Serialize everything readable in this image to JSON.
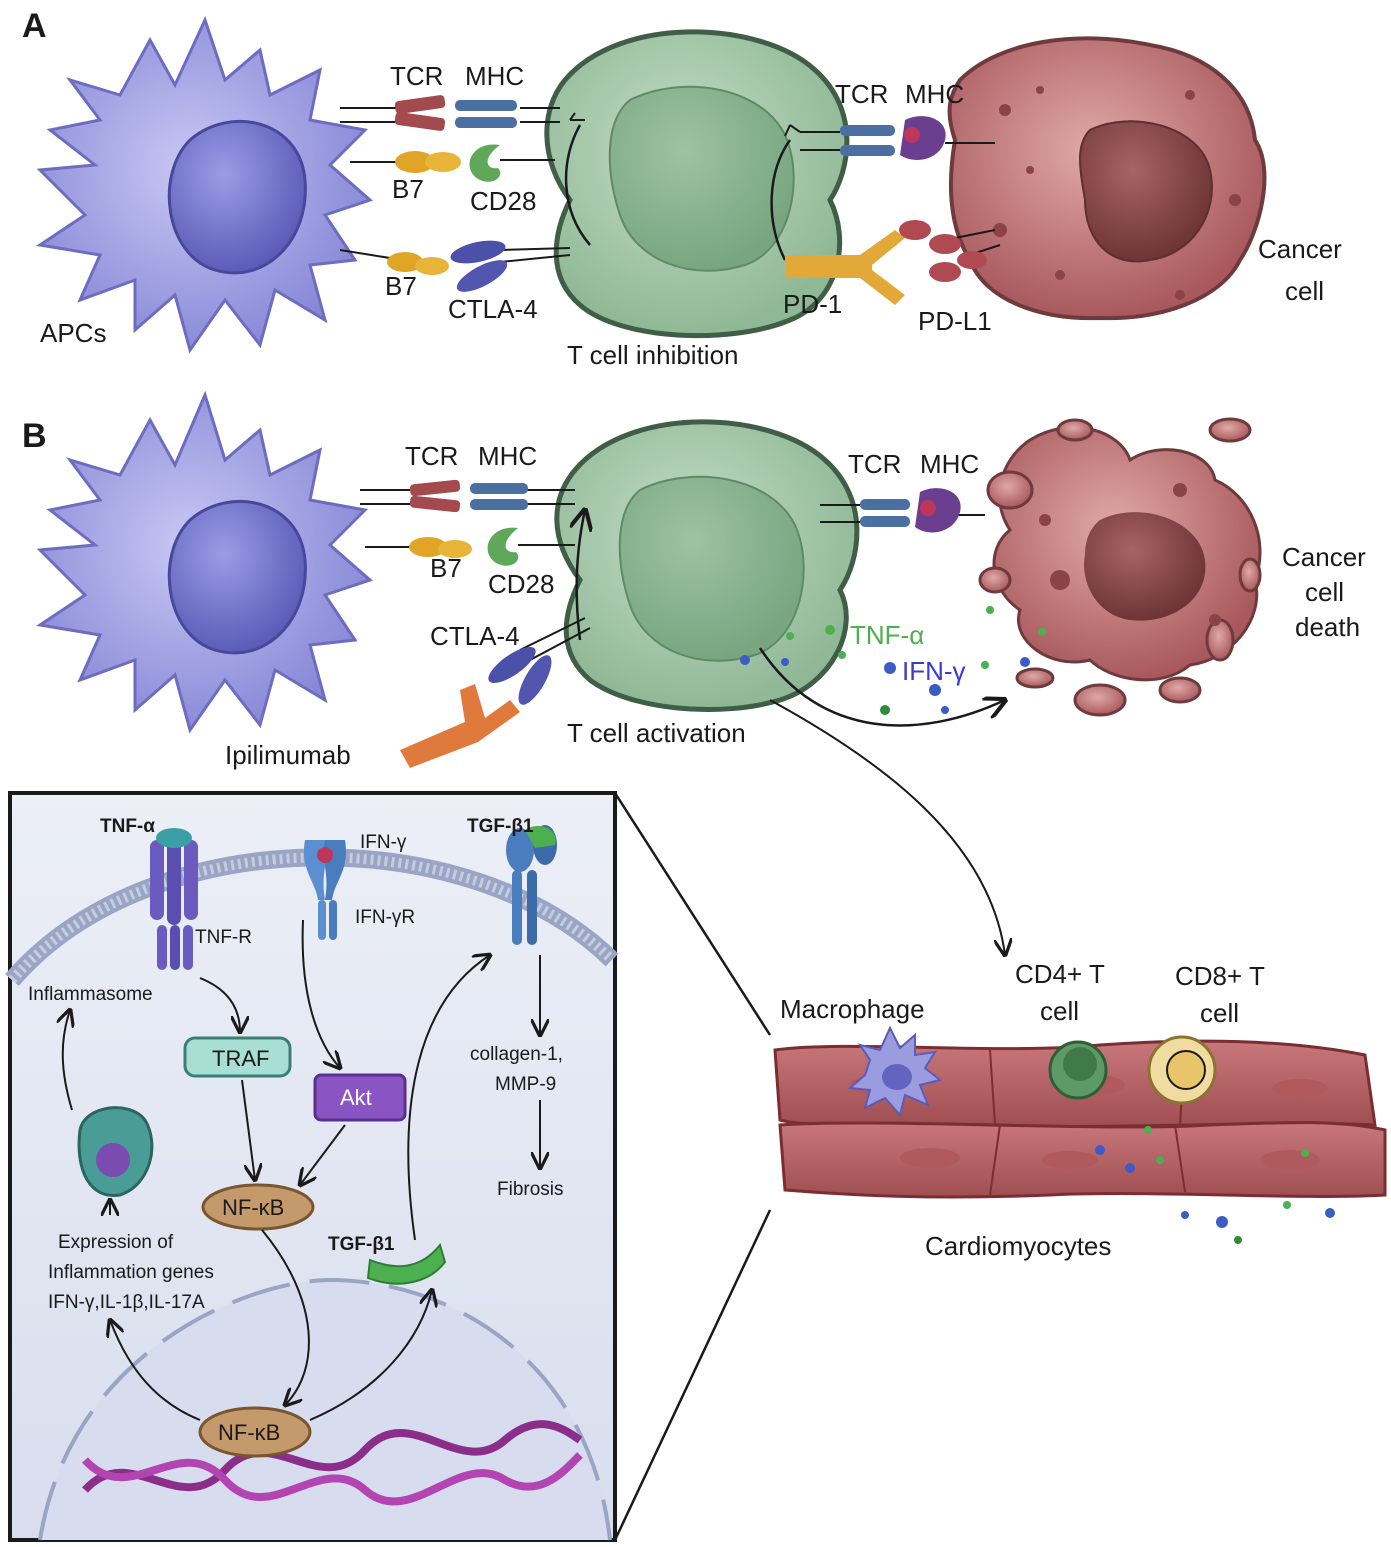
{
  "panels": {
    "a": "A",
    "b": "B"
  },
  "panel_a": {
    "apcs": "APCs",
    "tcr_left": "TCR",
    "mhc_left": "MHC",
    "b7_top": "B7",
    "cd28": "CD28",
    "b7_bottom": "B7",
    "ctla4": "CTLA-4",
    "title": "T cell inhibition",
    "tcr_right": "TCR",
    "mhc_right": "MHC",
    "pd1": "PD-1",
    "pdl1": "PD-L1",
    "cancer_line1": "Cancer",
    "cancer_line2": "cell"
  },
  "panel_b": {
    "tcr_left": "TCR",
    "mhc_left": "MHC",
    "b7": "B7",
    "cd28": "CD28",
    "ctla4": "CTLA-4",
    "ipilimumab": "Ipilimumab",
    "title": "T cell activation",
    "tcr_right": "TCR",
    "mhc_right": "MHC",
    "tnf": "TNF-α",
    "ifn": "IFN-γ",
    "death_line1": "Cancer",
    "death_line2": "cell",
    "death_line3": "death"
  },
  "inset": {
    "tnfa": "TNF-α",
    "tnfr": "TNF-R",
    "ifng": "IFN-γ",
    "ifngr": "IFN-γR",
    "tgfb1_top": "TGF-β1",
    "inflammasome": "Inflammasome",
    "traf": "TRAF",
    "akt": "Akt",
    "collagen_line1": "collagen-1,",
    "collagen_line2": "MMP-9",
    "fibrosis": "Fibrosis",
    "nfkb_top": "NF-κB",
    "tgfb1_mid": "TGF-β1",
    "expr_line1": "Expression of",
    "expr_line2": "Inflammation genes",
    "expr_line3": "IFN-γ,IL-1β,IL-17A",
    "nfkb_bottom": "NF-κB"
  },
  "heart": {
    "macrophage": "Macrophage",
    "cd4_line1": "CD4+ T",
    "cd4_line2": "cell",
    "cd8_line1": "CD8+ T",
    "cd8_line2": "cell",
    "cardiomyocytes": "Cardiomyocytes"
  },
  "colors": {
    "apc": "#9b9be0",
    "tcell": "#a9cbb0",
    "cancer": "#b56b6e",
    "tnf_text": "#4caf50",
    "ifn_text": "#3a3ad0",
    "inset_bg": "#dfe4f0"
  }
}
